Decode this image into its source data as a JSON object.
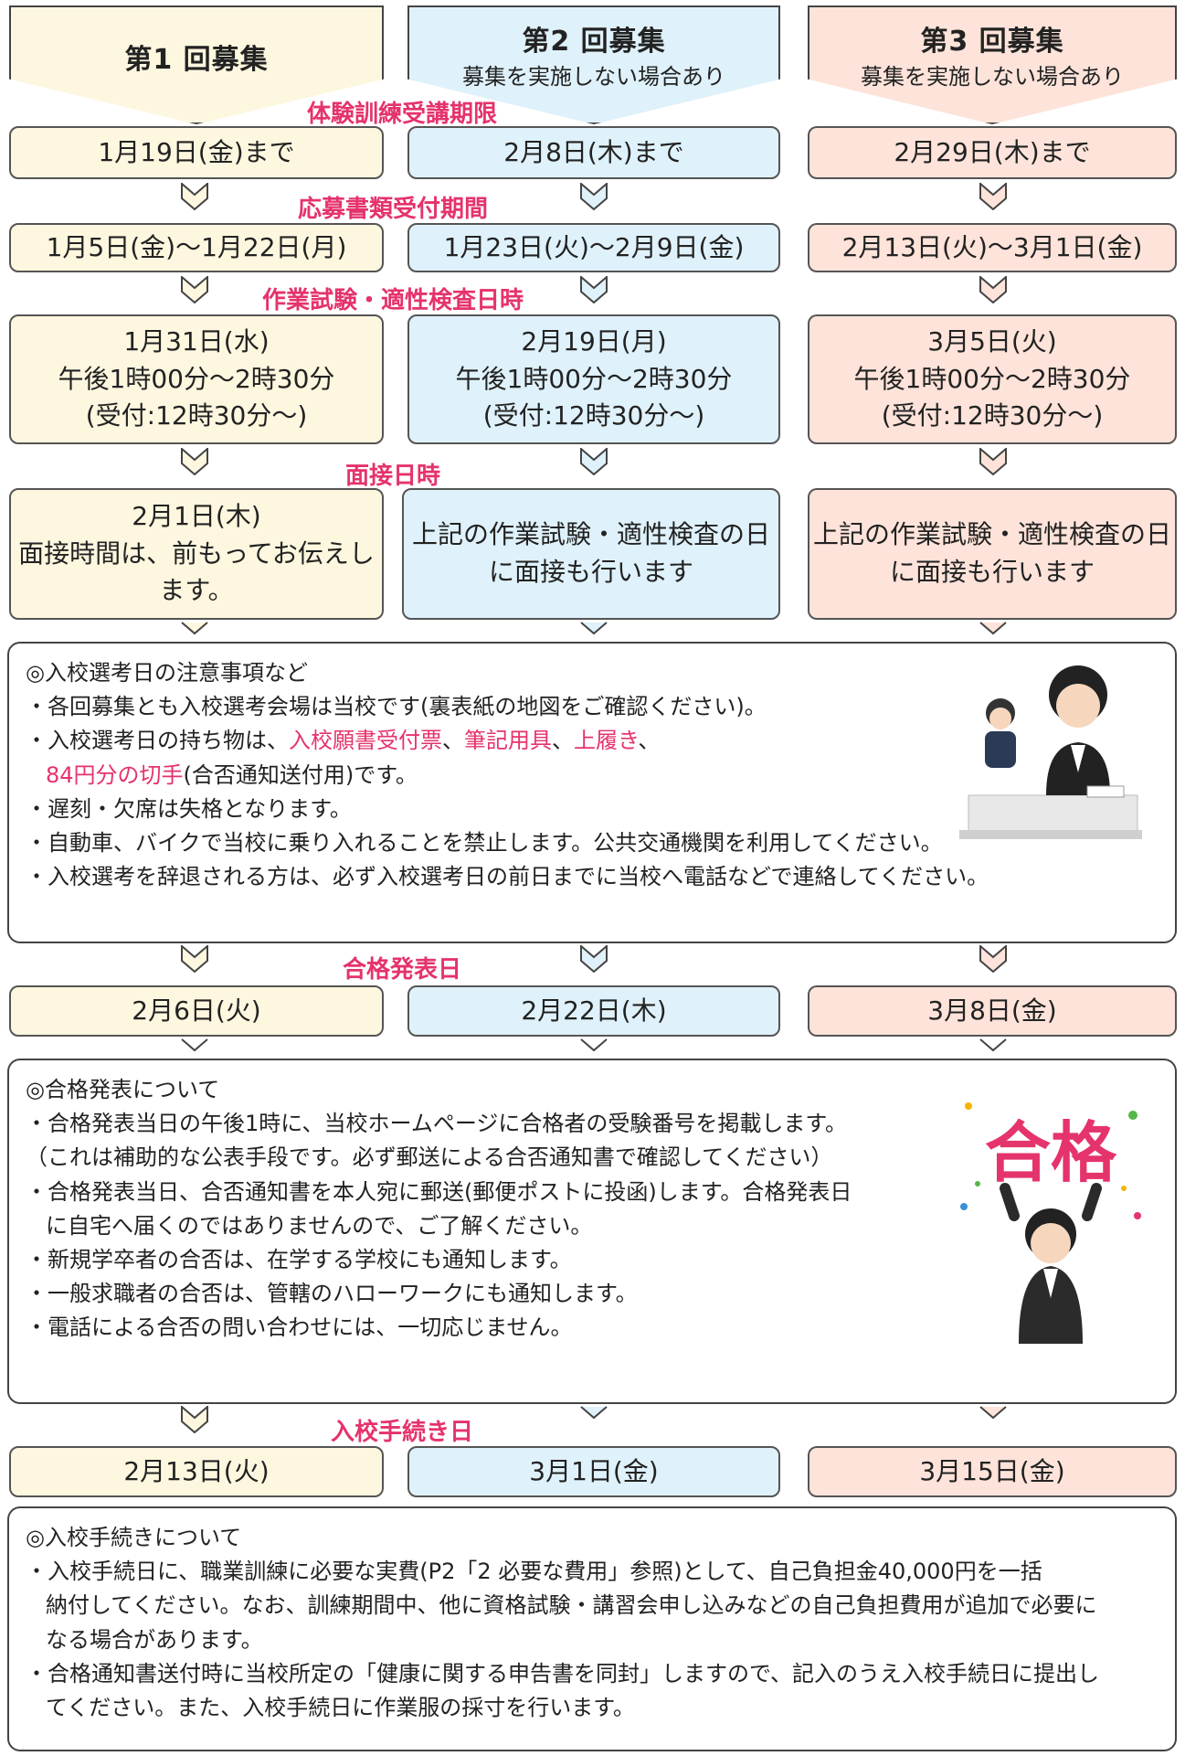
{
  "headers": [
    {
      "title": "第1 回募集",
      "sub": ""
    },
    {
      "title": "第2 回募集",
      "sub": "募集を実施しない場合あり"
    },
    {
      "title": "第3 回募集",
      "sub": "募集を実施しない場合あり"
    }
  ],
  "labels": {
    "taiken": "体験訓練受講期限",
    "oubo": "応募書類受付期間",
    "sagyo": "作業試験・適性検査日時",
    "mensetsu": "面接日時",
    "goukaku": "合格発表日",
    "nyuukou": "入校手続き日"
  },
  "taiken": [
    "1月19日(金)まで",
    "2月8日(木)まで",
    "2月29日(木)まで"
  ],
  "oubo": [
    "1月5日(金)～1月22日(月)",
    "1月23日(火)～2月9日(金)",
    "2月13日(火)～3月1日(金)"
  ],
  "sagyo": [
    {
      "date": "1月31日(水)",
      "time": "午後1時00分～2時30分",
      "uke": "(受付:12時30分～)"
    },
    {
      "date": "2月19日(月)",
      "time": "午後1時00分～2時30分",
      "uke": "(受付:12時30分～)"
    },
    {
      "date": "3月5日(火)",
      "time": "午後1時00分～2時30分",
      "uke": "(受付:12時30分～)"
    }
  ],
  "mensetsu": [
    {
      "l1": "2月1日(木)",
      "l2": "面接時間は、前もってお伝えし",
      "l3": "ます。"
    },
    {
      "l1": "上記の作業試験・適性検査の日",
      "l2": "に面接も行います",
      "l3": ""
    },
    {
      "l1": "上記の作業試験・適性検査の日",
      "l2": "に面接も行います",
      "l3": ""
    }
  ],
  "notice1": {
    "title": "◎入校選考日の注意事項など",
    "line1": "・各回募集とも入校選考会場は当校です(裏表紙の地図をご確認ください)。",
    "line2a": "・入校選考日の持ち物は、",
    "line2b": "入校願書受付票",
    "line2c": "、",
    "line2d": "筆記用具",
    "line2e": "、",
    "line2f": "上履き",
    "line2g": "、",
    "line3a": "84円分の切手",
    "line3b": "(合否通知送付用)です。",
    "line4": "・遅刻・欠席は失格となります。",
    "line5": "・自動車、バイクで当校に乗り入れることを禁止します。公共交通機関を利用してください。",
    "line6": "・入校選考を辞退される方は、必ず入校選考日の前日までに当校へ電話などで連絡してください。"
  },
  "goukaku": [
    "2月6日(火)",
    "2月22日(木)",
    "3月8日(金)"
  ],
  "notice2": {
    "title": "◎合格発表について",
    "line1": "・合格発表当日の午後1時に、当校ホームページに合格者の受験番号を掲載します。",
    "line2": "（これは補助的な公表手段です。必ず郵送による合否通知書で確認してください）",
    "line3": "・合格発表当日、合否通知書を本人宛に郵送(郵便ポストに投函)します。合格発表日",
    "line4": "に自宅へ届くのではありませんので、ご了解ください。",
    "line5": "・新規学卒者の合否は、在学する学校にも通知します。",
    "line6": "・一般求職者の合否は、管轄のハローワークにも通知します。",
    "line7": "・電話による合否の問い合わせには、一切応じません。",
    "stamp": "合格"
  },
  "nyuukou": [
    "2月13日(火)",
    "3月1日(金)",
    "3月15日(金)"
  ],
  "notice3": {
    "title": "◎入校手続きについて",
    "line1": "・入校手続日に、職業訓練に必要な実費(P2「2 必要な費用」参照)として、自己負担金40,000円を一括",
    "line2": "納付してください。なお、訓練期間中、他に資格試験・講習会申し込みなどの自己負担費用が追加で必要に",
    "line3": "なる場合があります。",
    "line4": "・合格通知書送付時に当校所定の「健康に関する申告書を同封」しますので、記入のうえ入校手続日に提出し",
    "line5": "てください。また、入校手続日に作業服の採寸を行います。"
  },
  "colors": {
    "col1": "#fdf7df",
    "col2": "#dff1fa",
    "col3": "#fde3d9",
    "accent": "#e5336b"
  }
}
